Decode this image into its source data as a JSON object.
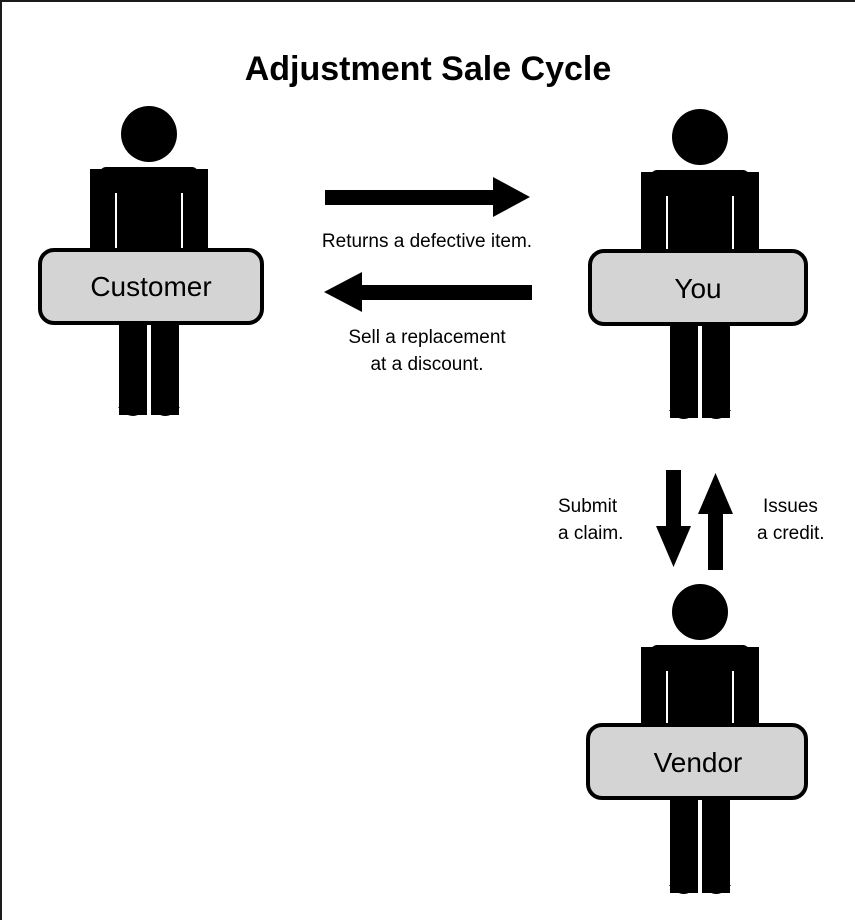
{
  "title": "Adjustment Sale Cycle",
  "actors": {
    "customer": "Customer",
    "you": "You",
    "vendor": "Vendor"
  },
  "flows": {
    "customer_to_you": "Returns a defective item.",
    "you_to_customer": [
      "Sell a replacement",
      "at a discount."
    ],
    "you_to_vendor": [
      "Submit",
      "a claim."
    ],
    "vendor_to_you": [
      "Issues",
      "a credit."
    ]
  },
  "colors": {
    "figure": "#000000",
    "sign_fill": "#d4d4d4",
    "background": "#ffffff"
  }
}
